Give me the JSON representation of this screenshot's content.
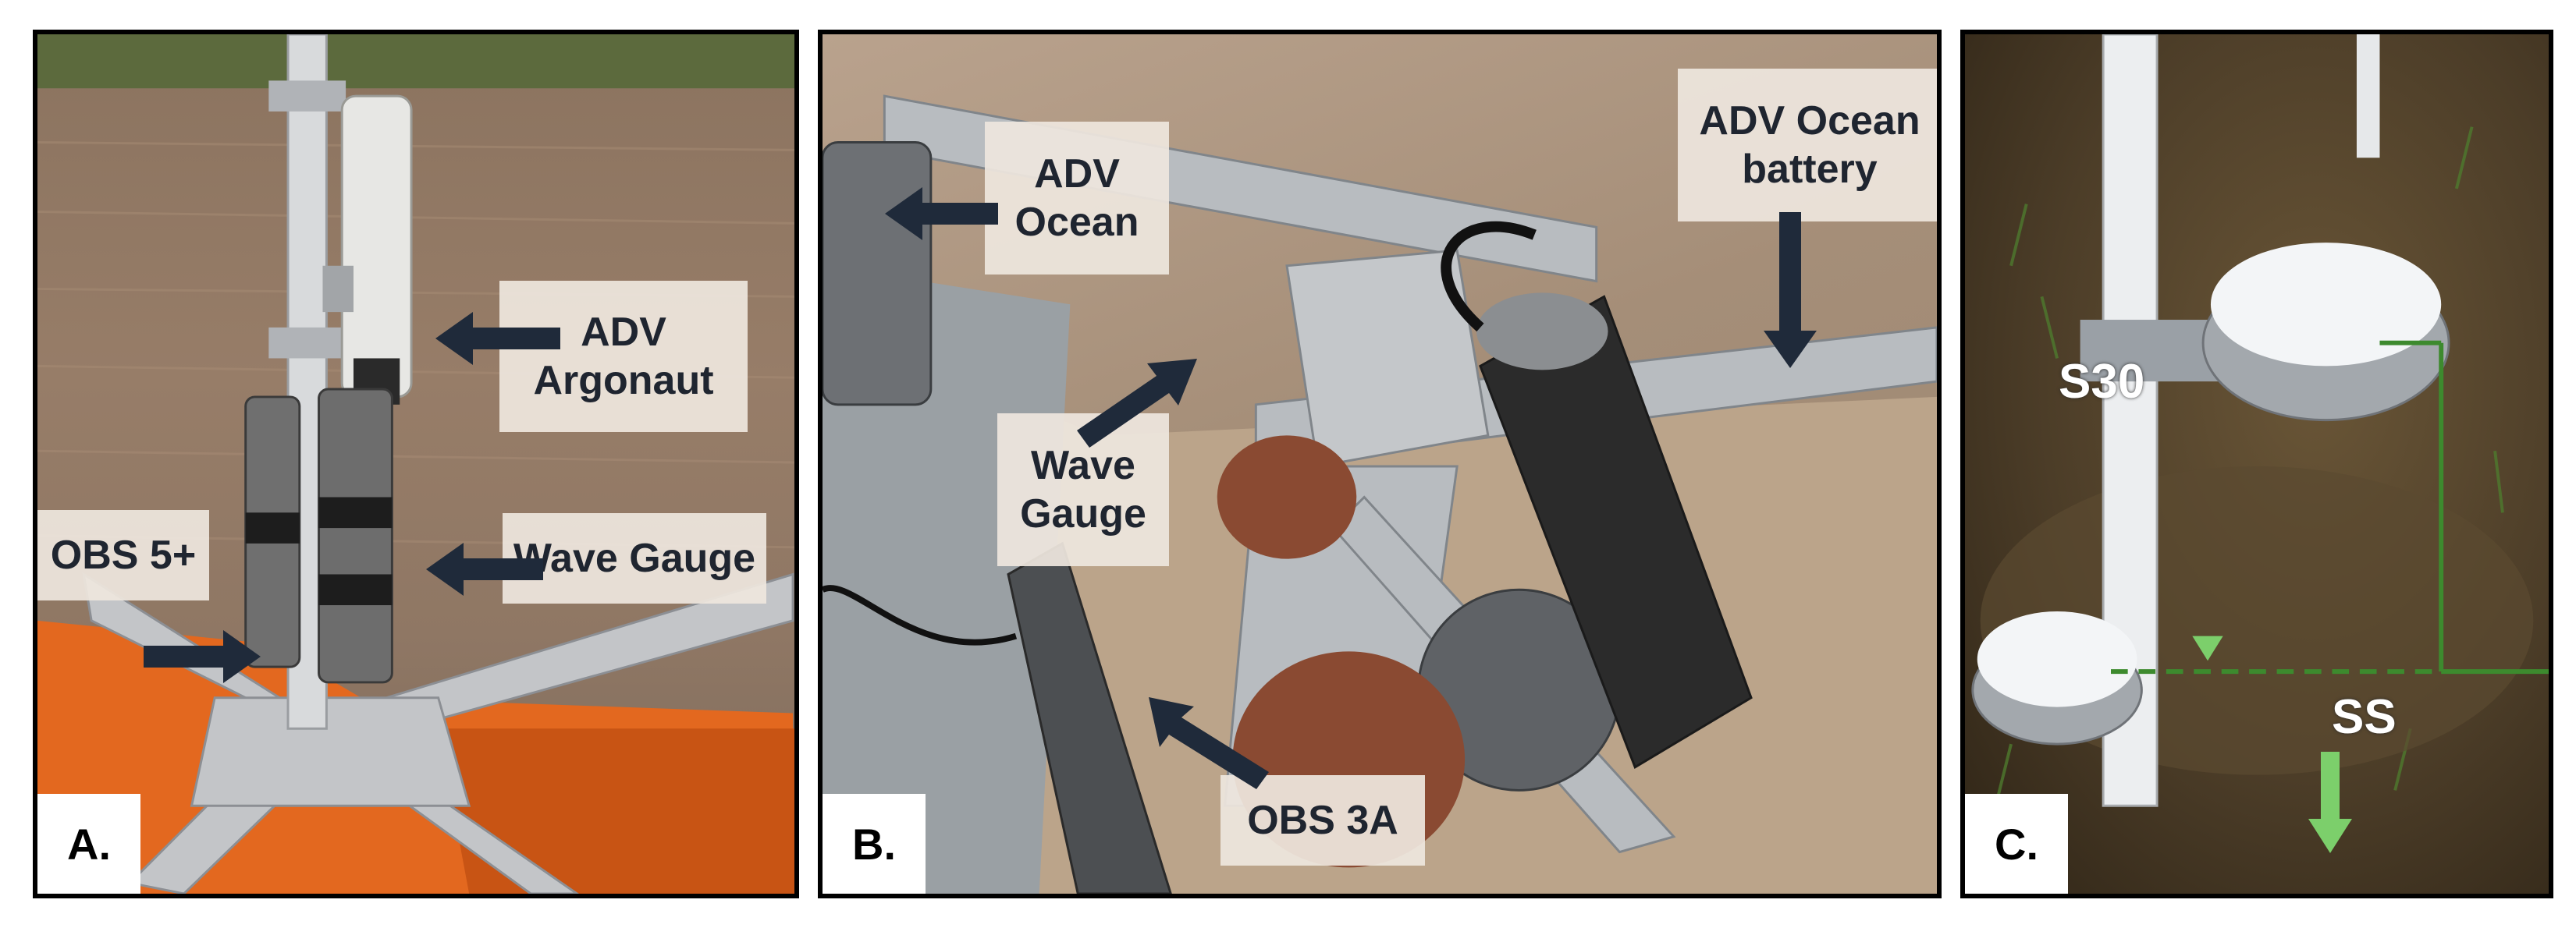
{
  "panels": [
    {
      "letter": "A.",
      "labels": [
        {
          "lines": [
            "ADV",
            "Argonaut"
          ]
        },
        {
          "lines": [
            "Wave Gauge"
          ]
        },
        {
          "lines": [
            "OBS 5+"
          ]
        }
      ]
    },
    {
      "letter": "B.",
      "labels": [
        {
          "lines": [
            "ADV",
            "Ocean"
          ]
        },
        {
          "lines": [
            "ADV Ocean",
            "battery"
          ]
        },
        {
          "lines": [
            "Wave",
            "Gauge"
          ]
        },
        {
          "lines": [
            "OBS 3A"
          ]
        }
      ]
    },
    {
      "letter": "C.",
      "labels": [
        {
          "lines": [
            "S30"
          ]
        },
        {
          "lines": [
            "SS"
          ]
        }
      ]
    }
  ],
  "colors": {
    "arrow": "#1f2a3a",
    "label_bg": "#eee6de",
    "water_level_line": "#3d8a2e",
    "flow_arrow": "#7ccf6b"
  }
}
